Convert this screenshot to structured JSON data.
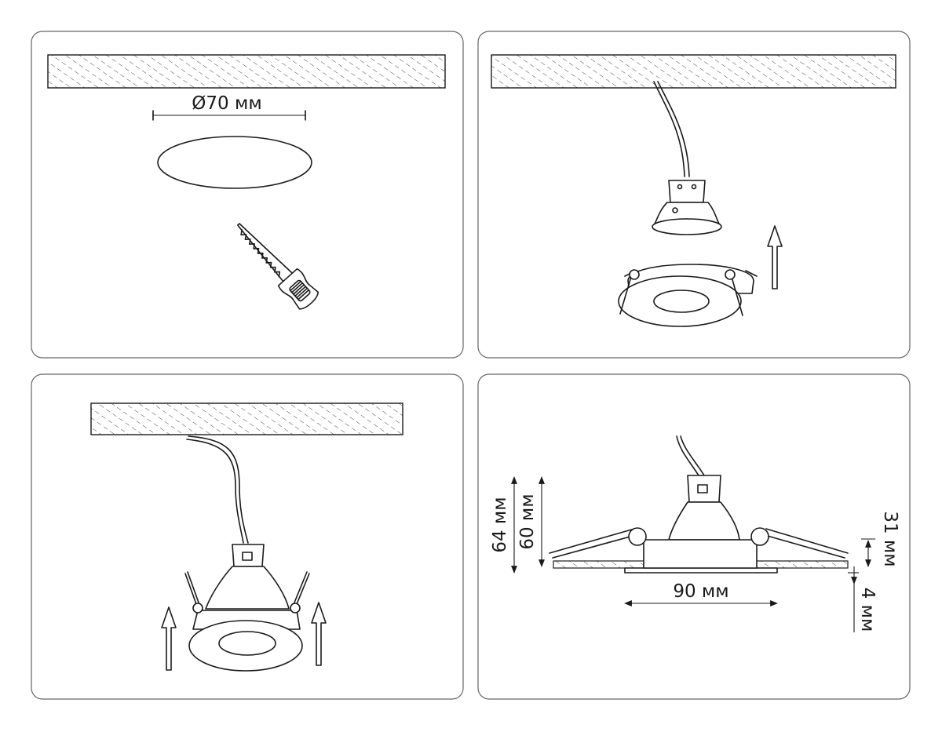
{
  "panels": [
    {
      "id": "cut-hole",
      "dimension_label": "Ø70 мм"
    },
    {
      "id": "connect-lamp"
    },
    {
      "id": "insert-fixture"
    },
    {
      "id": "dimensions",
      "labels": {
        "overall_height": "64 мм",
        "body_height": "60 мм",
        "width": "90 мм",
        "spring_offset": "31 мм",
        "bezel_thickness": "4 мм"
      }
    }
  ],
  "colors": {
    "line": "#1a1a1a",
    "panel_border": "#666666",
    "hatch": "#444444"
  },
  "icons": [
    "saw-icon",
    "arrow-up-icon",
    "gu10-lamp-icon",
    "downlight-frame-icon",
    "cable-icon"
  ]
}
